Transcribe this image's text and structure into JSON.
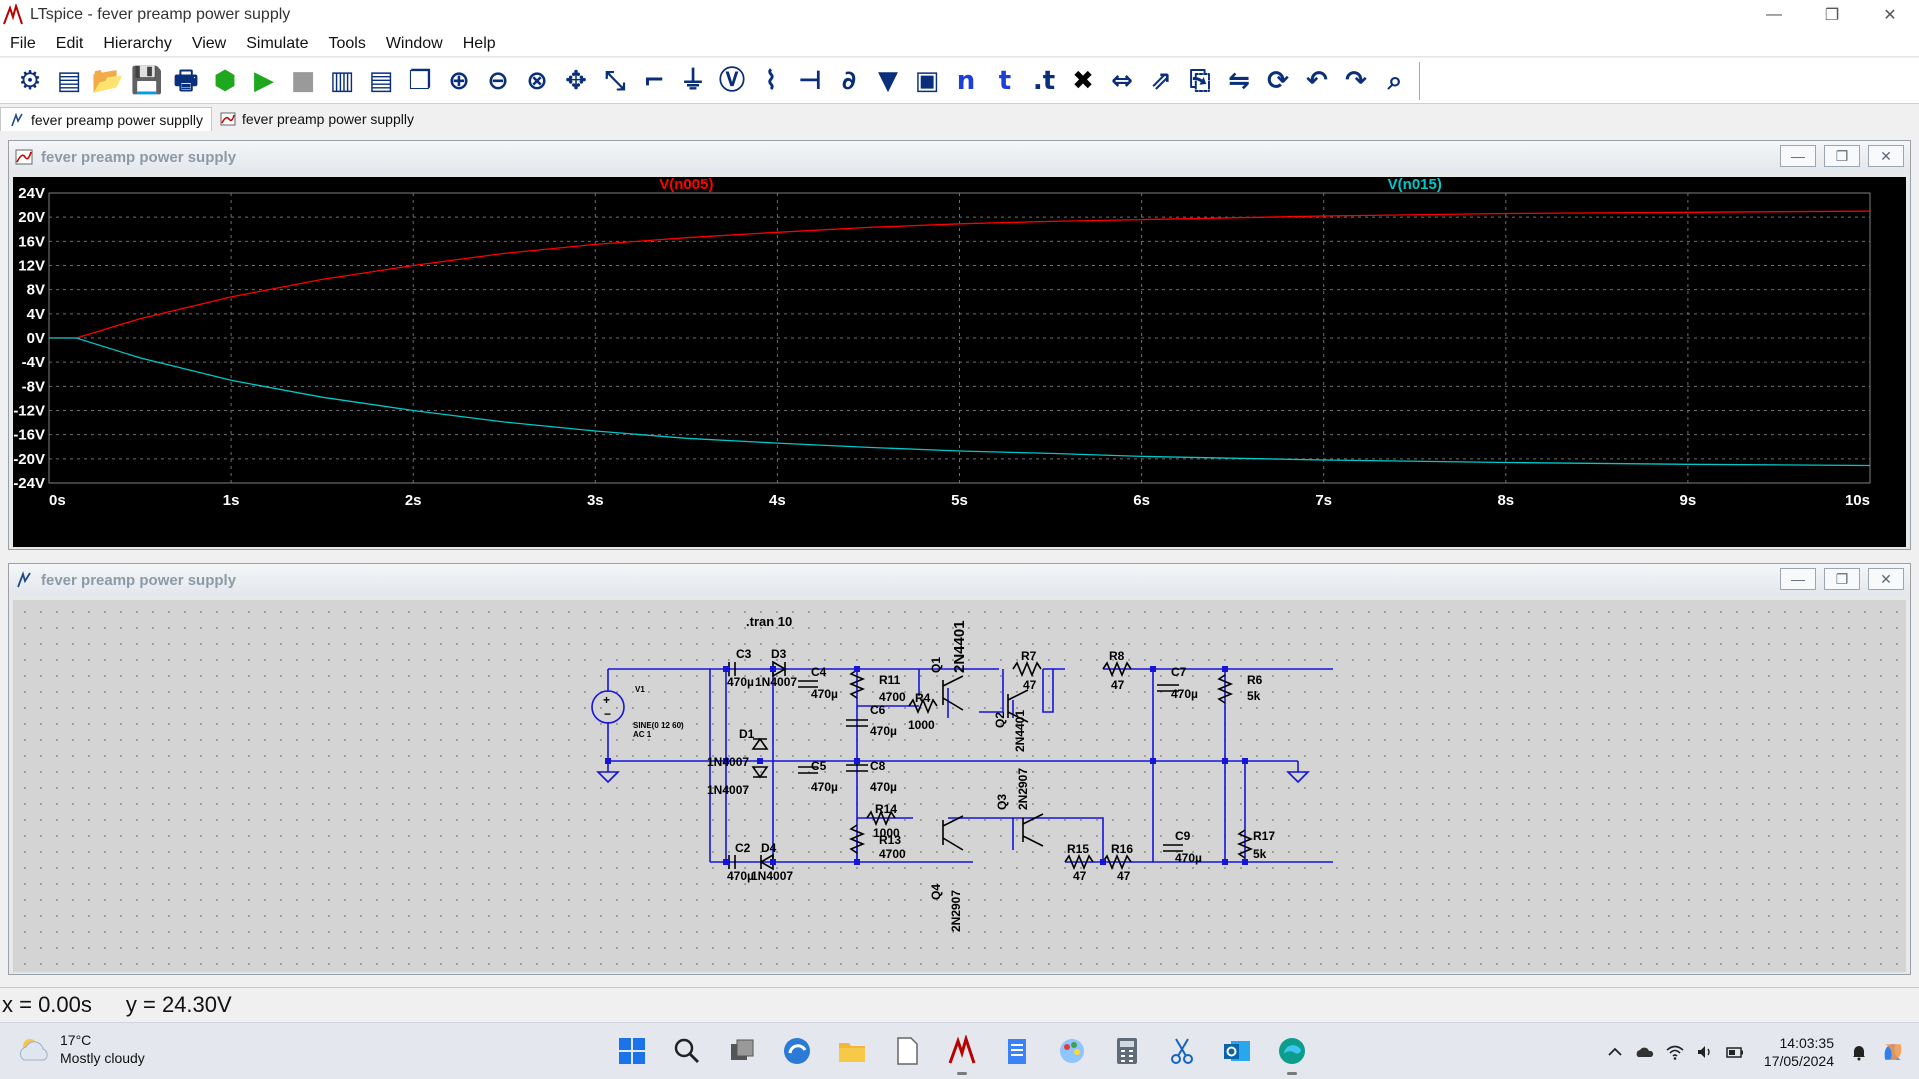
{
  "window": {
    "title": "LTspice - fever preamp power supply",
    "controls": [
      "minimize",
      "restore",
      "close"
    ]
  },
  "menu": [
    "File",
    "Edit",
    "Hierarchy",
    "View",
    "Simulate",
    "Tools",
    "Window",
    "Help"
  ],
  "toolbar": {
    "icons": [
      "settings-icon",
      "new-schematic-icon",
      "open-icon",
      "save-icon",
      "print-icon",
      "control-panel-icon",
      "run-icon",
      "halt-icon",
      "tile-vertical-icon",
      "tile-horizontal-icon",
      "cascade-icon",
      "zoom-in-icon",
      "zoom-out-icon",
      "zoom-fit-icon",
      "pan-icon",
      "autorange-icon",
      "wire-icon",
      "ground-icon",
      "voltage-probe-icon",
      "resistor-icon",
      "capacitor-icon",
      "inductor-icon",
      "diode-icon",
      "component-icon",
      "net-label-icon",
      "text-icon",
      "spice-directive-icon",
      "delete-icon",
      "move-icon",
      "drag-icon",
      "copy-icon",
      "mirror-icon",
      "rotate-icon",
      "undo-icon",
      "redo-icon",
      "find-icon"
    ]
  },
  "doc_tabs": [
    {
      "label": "fever preamp power supplly",
      "icon": "schematic-icon",
      "active": true
    },
    {
      "label": "fever preamp power supplly",
      "icon": "waveform-icon",
      "active": false
    }
  ],
  "wave_window": {
    "title": "fever preamp power supply"
  },
  "schematic_window": {
    "title": "fever preamp power supply"
  },
  "chart_data": {
    "type": "line",
    "x_ticks": [
      "0s",
      "1s",
      "2s",
      "3s",
      "4s",
      "5s",
      "6s",
      "7s",
      "8s",
      "9s",
      "10s"
    ],
    "y_ticks": [
      "24V",
      "20V",
      "16V",
      "12V",
      "8V",
      "4V",
      "0V",
      "-4V",
      "-8V",
      "-12V",
      "-16V",
      "-20V",
      "-24V"
    ],
    "xlim": [
      0,
      10
    ],
    "ylim": [
      -24,
      24
    ],
    "grid": true,
    "series": [
      {
        "name": "V(n005)",
        "color": "#ff0000",
        "x": [
          0,
          0.15,
          0.5,
          1,
          1.5,
          2,
          2.5,
          3,
          3.5,
          4,
          4.5,
          5,
          5.5,
          6,
          7,
          8,
          9,
          10
        ],
        "y": [
          0,
          0,
          3.2,
          6.8,
          9.7,
          12.0,
          14.0,
          15.5,
          16.6,
          17.5,
          18.3,
          18.9,
          19.3,
          19.6,
          20.2,
          20.6,
          20.8,
          21.0
        ]
      },
      {
        "name": "V(n015)",
        "color": "#00c8c8",
        "x": [
          0,
          0.15,
          0.5,
          1,
          1.5,
          2,
          2.5,
          3,
          3.5,
          4,
          4.5,
          5,
          5.5,
          6,
          7,
          8,
          9,
          10
        ],
        "y": [
          0,
          0,
          -3.3,
          -7.0,
          -9.8,
          -12.0,
          -13.9,
          -15.4,
          -16.6,
          -17.4,
          -18.1,
          -18.7,
          -19.1,
          -19.6,
          -20.2,
          -20.6,
          -20.9,
          -21.1
        ]
      }
    ]
  },
  "schematic": {
    "directive": ".tran 10",
    "source": {
      "name": "V1",
      "value": "SINE(0 12 60)",
      "ac": "AC 1"
    },
    "labels": {
      "C3": "C3",
      "C3v": "470µ",
      "D3": "D3",
      "D3v": "1N4007",
      "C4": "C4",
      "C4v": "470µ",
      "R11": "R11",
      "R11v": "4700",
      "C6": "C6",
      "C6v": "470µ",
      "R4": "R4",
      "R4v": "1000",
      "Q1": "Q1",
      "Q1v": "2N4401",
      "Q2": "Q2",
      "Q2v": "2N4401",
      "R7": "R7",
      "R7v": "47",
      "R8": "R8",
      "R8v": "47",
      "C7": "C7",
      "C7v": "470µ",
      "R6": "R6",
      "R6v": "5k",
      "D1": "D1",
      "D1v": "1N4007",
      "D2v": "1N4007",
      "C5": "C5",
      "C5v": "470µ",
      "C8": "C8",
      "C8v": "470µ",
      "Q3": "Q3",
      "Q3v": "2N2907",
      "R14": "R14",
      "R14v": "1000",
      "R13": "R13",
      "R13v": "4700",
      "C2": "C2",
      "C2v": "470µ",
      "D4": "D4",
      "D4v": "1N4007",
      "Q4": "Q4",
      "Q4v": "2N2907",
      "R15": "R15",
      "R15v": "47",
      "R16": "R16",
      "R16v": "47",
      "C9": "C9",
      "C9v": "470µ",
      "R17": "R17",
      "R17v": "5k"
    }
  },
  "status": {
    "x": "x = 0.00s",
    "y": "y = 24.30V"
  },
  "taskbar": {
    "weather_temp": "17°C",
    "weather_desc": "Mostly cloudy",
    "apps": [
      "start-icon",
      "search-icon",
      "task-view-icon",
      "edge-dev-icon",
      "file-explorer-icon",
      "notepad-icon",
      "ltspice-icon",
      "notes-icon",
      "paint-icon",
      "calculator-icon",
      "snipping-tool-icon",
      "outlook-icon",
      "edge-icon"
    ],
    "time": "14:03:35",
    "date": "17/05/2024"
  }
}
